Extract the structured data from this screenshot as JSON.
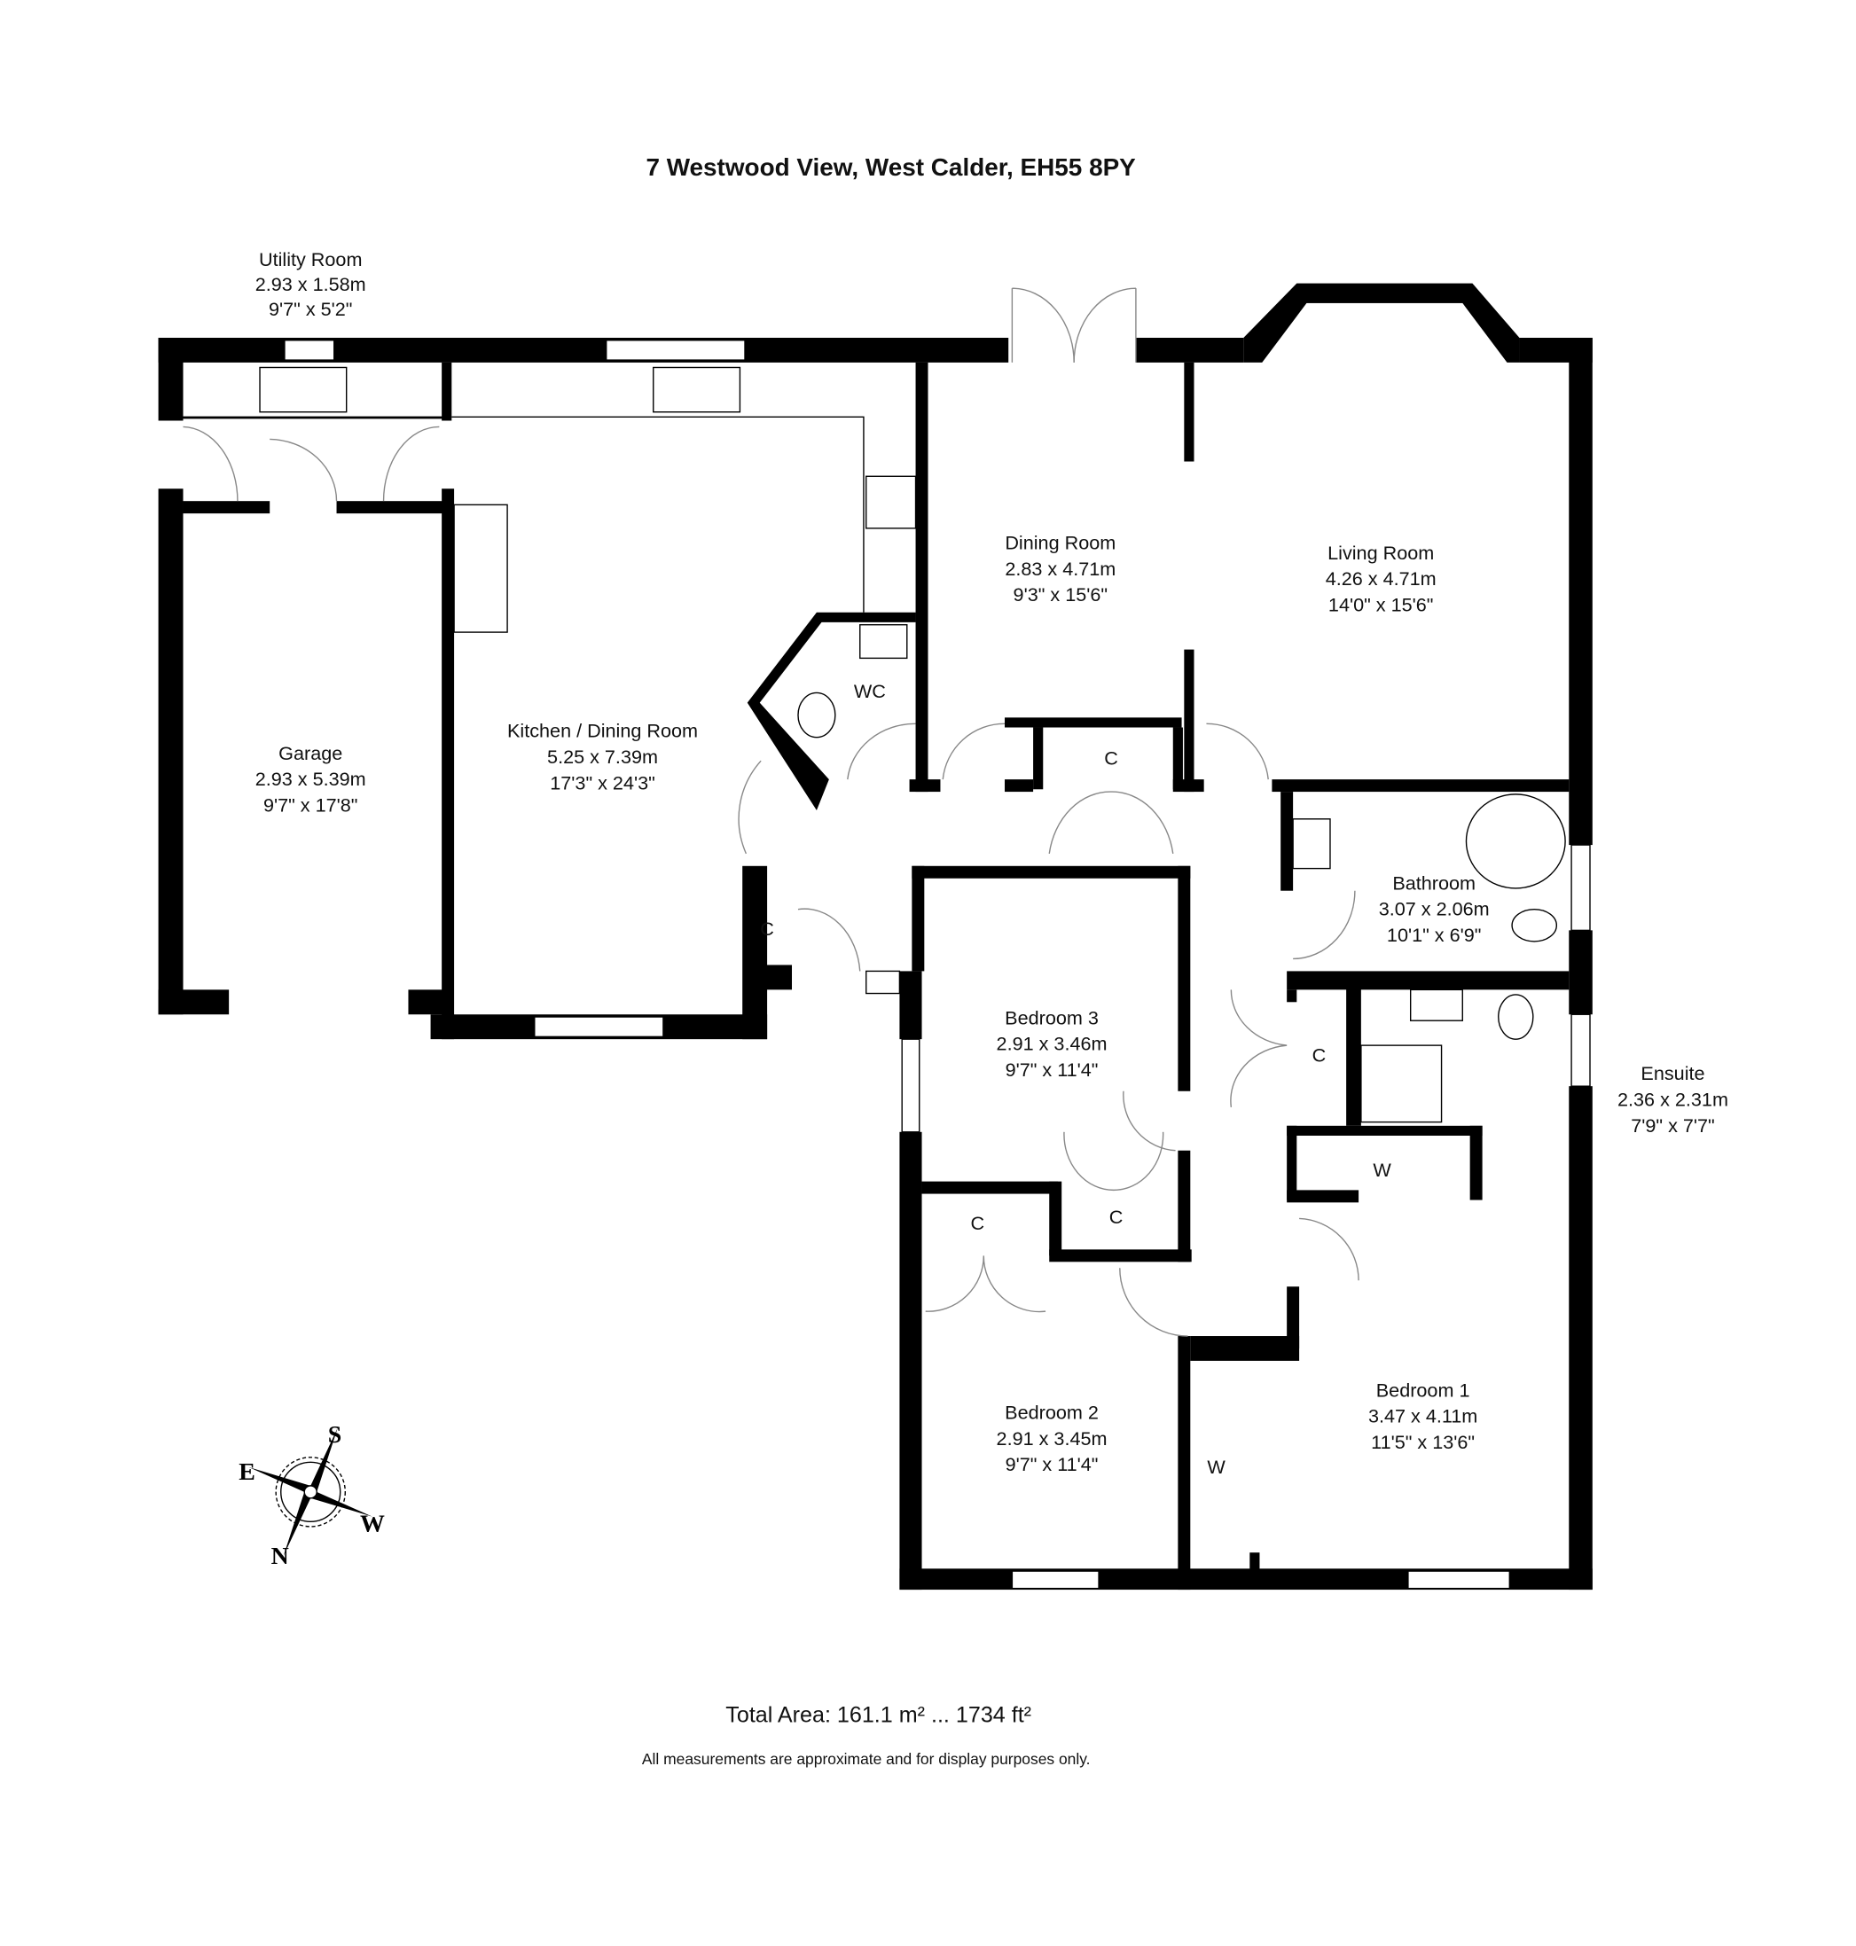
{
  "title": "7 Westwood View, West Calder, EH55 8PY",
  "rooms": {
    "utility": {
      "name": "Utility Room",
      "metric": "2.93 x 1.58m",
      "imperial": "9'7\" x 5'2\""
    },
    "garage": {
      "name": "Garage",
      "metric": "2.93 x 5.39m",
      "imperial": "9'7\" x 17'8\""
    },
    "kitchen": {
      "name": "Kitchen / Dining Room",
      "metric": "5.25 x 7.39m",
      "imperial": "17'3\" x 24'3\""
    },
    "dining": {
      "name": "Dining Room",
      "metric": "2.83 x 4.71m",
      "imperial": "9'3\" x 15'6\""
    },
    "living": {
      "name": "Living Room",
      "metric": "4.26 x 4.71m",
      "imperial": "14'0\" x 15'6\""
    },
    "bathroom": {
      "name": "Bathroom",
      "metric": "3.07 x 2.06m",
      "imperial": "10'1\" x 6'9\""
    },
    "ensuite": {
      "name": "Ensuite",
      "metric": "2.36 x 2.31m",
      "imperial": "7'9\" x 7'7\""
    },
    "bedroom3": {
      "name": "Bedroom 3",
      "metric": "2.91 x 3.46m",
      "imperial": "9'7\" x 11'4\""
    },
    "bedroom2": {
      "name": "Bedroom 2",
      "metric": "2.91 x 3.45m",
      "imperial": "9'7\" x 11'4\""
    },
    "bedroom1": {
      "name": "Bedroom 1",
      "metric": "3.47 x 4.11m",
      "imperial": "11'5\" x 13'6\""
    }
  },
  "small_labels": {
    "wc": "WC",
    "cupboard": "C",
    "wardrobe": "W"
  },
  "compass": {
    "n": "N",
    "s": "S",
    "e": "E",
    "w": "W"
  },
  "footer": {
    "total_area": "Total Area: 161.1 m² ... 1734 ft²",
    "disclaimer": "All measurements are approximate and for display purposes only."
  }
}
